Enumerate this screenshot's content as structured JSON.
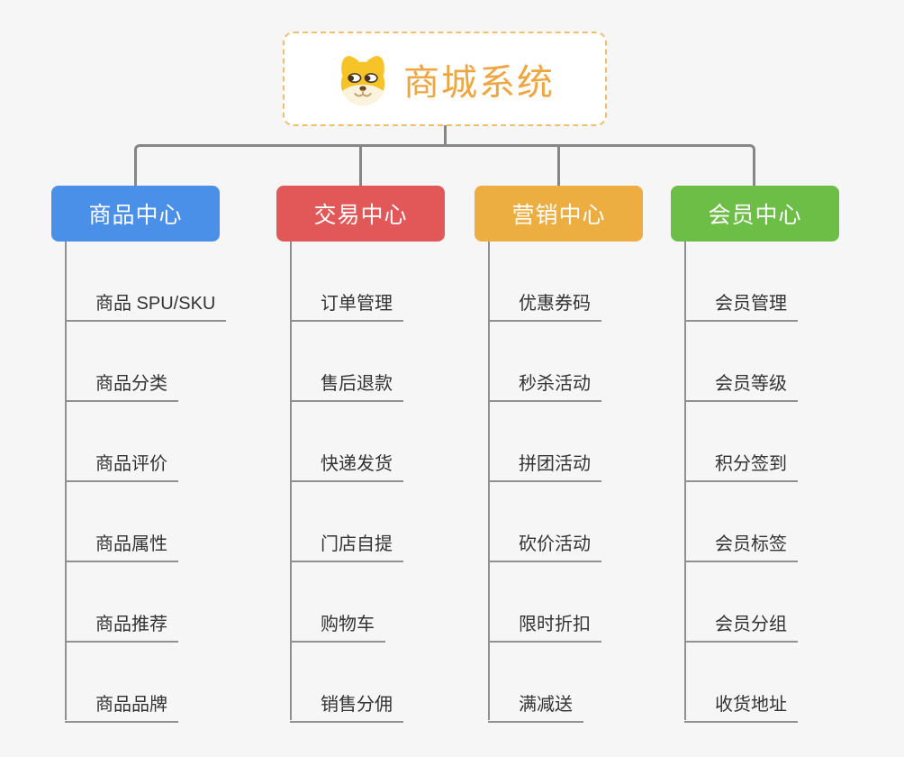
{
  "root": {
    "title": "商城系统",
    "icon": "dog-face-icon"
  },
  "colors": {
    "background": "#F5F6F5",
    "connector": "#868686",
    "item_line": "#909090",
    "item_text": "#333333",
    "root_text": "#F0A640",
    "root_border": "#F2BE6B"
  },
  "branches": [
    {
      "label": "商品中心",
      "color": "#4A90E8",
      "items": [
        "商品 SPU/SKU",
        "商品分类",
        "商品评价",
        "商品属性",
        "商品推荐",
        "商品品牌"
      ]
    },
    {
      "label": "交易中心",
      "color": "#E25757",
      "items": [
        "订单管理",
        "售后退款",
        "快递发货",
        "门店自提",
        "购物车",
        "销售分佣"
      ]
    },
    {
      "label": "营销中心",
      "color": "#ECAE41",
      "items": [
        "优惠券码",
        "秒杀活动",
        "拼团活动",
        "砍价活动",
        "限时折扣",
        "满减送"
      ]
    },
    {
      "label": "会员中心",
      "color": "#6CBE46",
      "items": [
        "会员管理",
        "会员等级",
        "积分签到",
        "会员标签",
        "会员分组",
        "收货地址"
      ]
    }
  ]
}
